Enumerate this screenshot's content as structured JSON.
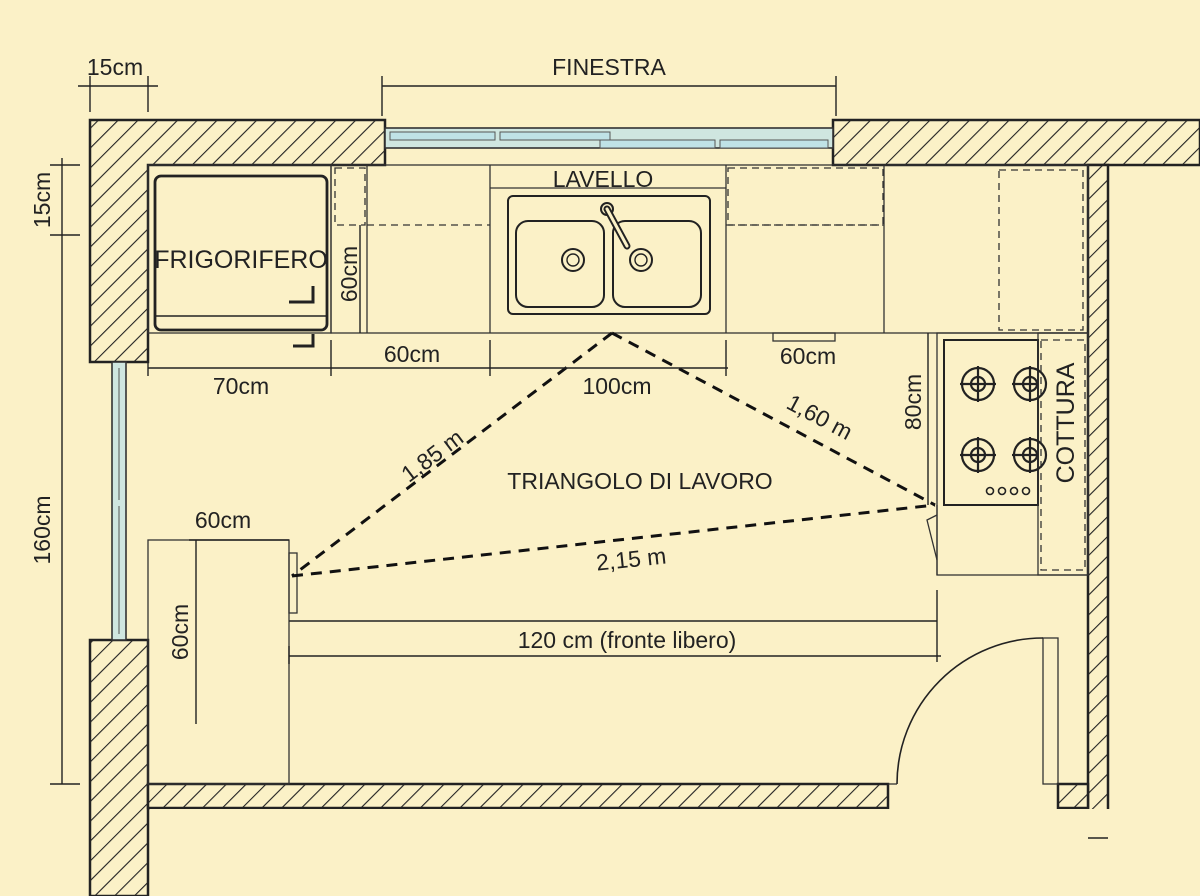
{
  "labels": {
    "window": "FINESTRA",
    "sink": "LAVELLO",
    "fridge": "FRIGORIFERO",
    "cooking": "COTTURA",
    "triangle": "TRIANGOLO DI LAVORO"
  },
  "dimensions": {
    "wall_thickness_top": "15cm",
    "wall_thickness_left": "15cm",
    "left_wall_length": "160cm",
    "fridge_width": "70cm",
    "counter_depth": "60cm",
    "counter_segment": "60cm",
    "sink_unit": "100cm",
    "counter_right_segment": "60cm",
    "stove_width": "80cm",
    "table_width": "60cm",
    "table_depth": "60cm",
    "free_front": "120 cm (fronte libero)"
  },
  "triangle": {
    "fridge_to_sink": "1,85 m",
    "sink_to_stove": "1,60 m",
    "table_to_stove": "2,15 m"
  },
  "colors": {
    "background": "#fbf1c7",
    "line": "#222222",
    "glass": "#cfe6e0"
  }
}
